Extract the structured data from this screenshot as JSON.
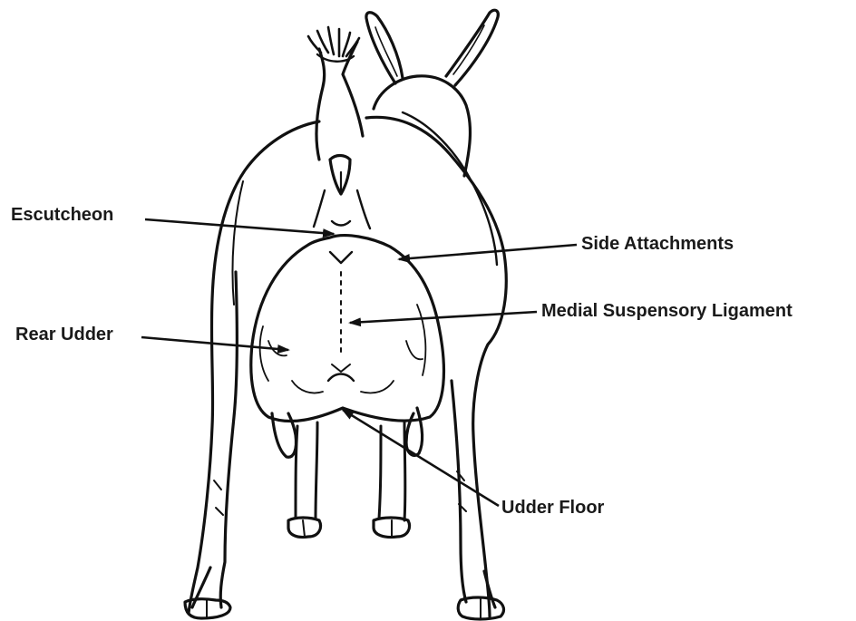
{
  "diagram": {
    "subject": "goat-rear-view",
    "labels": {
      "escutcheon": "Escutcheon",
      "side_attachments": "Side Attachments",
      "medial_suspensory_ligament": "Medial Suspensory Ligament",
      "rear_udder": "Rear Udder",
      "udder_floor": "Udder Floor"
    },
    "colors": {
      "line": "#111111",
      "background": "#ffffff"
    }
  }
}
